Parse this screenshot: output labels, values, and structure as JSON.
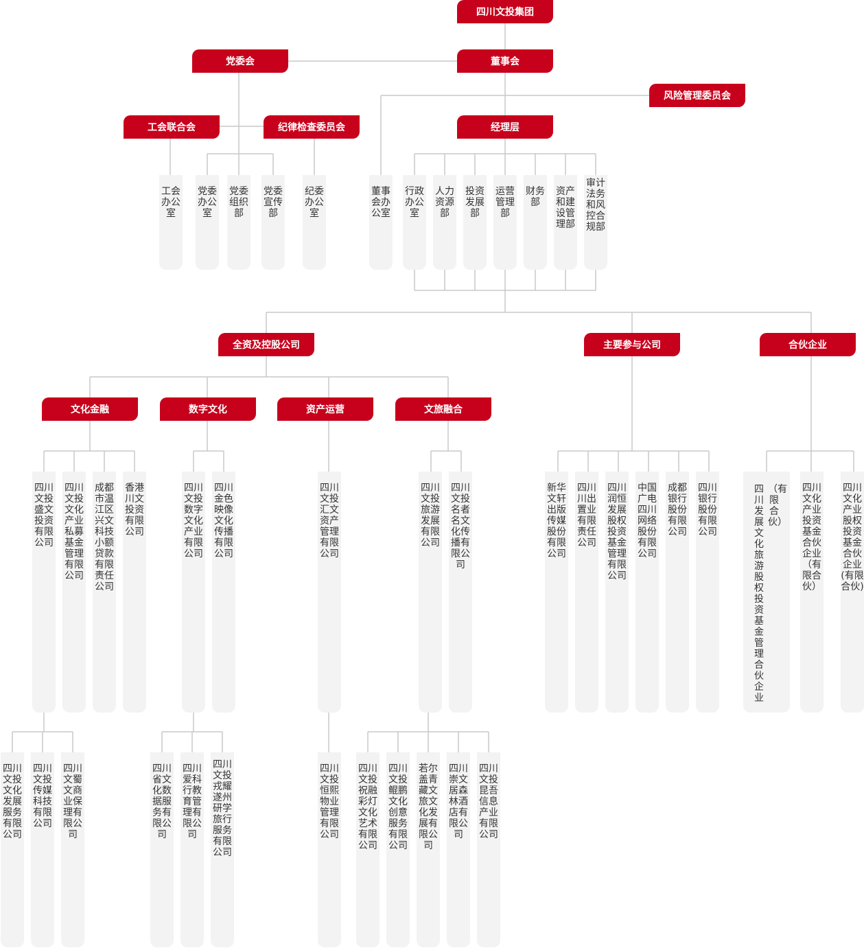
{
  "boxes": {
    "group": "四川文投集团",
    "party": "党委会",
    "board": "董事会",
    "risk": "风险管理委员会",
    "union": "工会联合会",
    "discipline": "纪律检查委员会",
    "manager": "经理层",
    "wholly": "全资及控股公司",
    "major": "主要参与公司",
    "partner": "合伙企业",
    "culture_finance": "文化金融",
    "digital": "数字文化",
    "asset_ops": "资产运营",
    "tourism": "文旅融合"
  },
  "depts": {
    "union_office": "工会办公室",
    "party_office": "党委办公室",
    "party_org": "党委组织部",
    "party_pub": "党委宣传部",
    "discipline_office": "纪委办公室",
    "board_office": "董事会办公室",
    "admin": "行政办公室",
    "hr": "人力资源部",
    "invest": "投资发展部",
    "ops": "运营管理部",
    "finance": "财务部",
    "asset_build": "资产和建设管理部",
    "audit": "审计法务和风控合规部"
  },
  "companies": {
    "shengwen": "四川文投盛文投资有限公司",
    "private_fund": "四川文投文化产业私募基金管理有限公司",
    "microloan": "成都市温江区兴文科技小额贷款有限责任公司",
    "hongkong": "香港川文投资有限公司",
    "digital_co": "四川文投数字文化产业有限公司",
    "golden": "四川金色映像文化传播有限公司",
    "huiwen": "四川文投汇文资产管理有限公司",
    "tourism_dev": "四川文投旅游发展有限公司",
    "mingzhe": "四川文投名者名文化传播有限公司",
    "xinhua": "新华文轩出版传媒股份有限公司",
    "chuanchu": "四川川出置业有限责任公司",
    "runheng": "四川润恒发展股权投资基金管理有限公司",
    "cbn": "中国广电四川网络股份有限公司",
    "chengdu_bank": "成都银行股份有限公司",
    "sichuan_bank": "四川银行股份有限公司",
    "dev_fund_paren": "（有限合伙）",
    "dev_fund": "四川发展文化旅游股权投资基金管理合伙企业",
    "industry_fund": "四川文化产业投资基金合伙企业（有限合伙）",
    "equity_fund": "四川文化产业股权投资基金合伙企业(有限合伙)",
    "culture_service": "四川文投文化发展服务有限公司",
    "media_tech": "四川文投传媒科技有限公司",
    "factoring": "四川文蜀文商业保理有限公司",
    "data_service": "四川省文化数据服务有限公司",
    "education": "四川爱科行教育管理有限公司",
    "study_travel": "四川文投戎耀遂州研学旅行服务有限公司",
    "property": "四川文投恒熙物业管理有限公司",
    "lantern": "四川文投祝融彩灯文化艺术有限公司",
    "kunpeng": "四川文投鲲鹏文化创意服务有限公司",
    "ruoergai": "若尔盖青藏文旅文化发展有限公司",
    "hotel": "四川崇文居森林酒店有限公司",
    "kunwu": "四川文投昆吾信息产业有限公司"
  }
}
